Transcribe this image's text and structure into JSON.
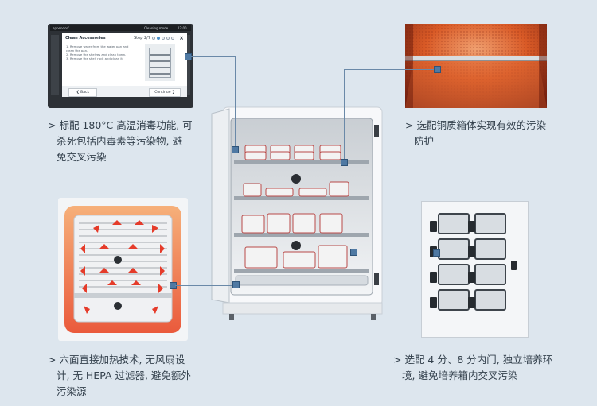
{
  "screen": {
    "brand": "eppendorf",
    "status_left": "Cleaning mode",
    "status_time": "12:00",
    "dialog_title": "Clean Accessories",
    "step_label": "Step 2/7",
    "close_glyph": "×",
    "steps": [
      "1. Remove water from the water pan and clean the pan.",
      "2. Remove the shelves and clean them.",
      "3. Remove the shelf rack and clean it."
    ],
    "back_label": "❮ Back",
    "continue_label": "Continue ❯"
  },
  "captions": {
    "top_left": [
      "> 标配 180°C 高温消毒功能, 可",
      "杀死包括内毒素等污染物, 避",
      "免交叉污染"
    ],
    "top_right": [
      "> 选配铜质箱体实现有效的污染",
      "防护"
    ],
    "bottom_left": [
      "> 六面直接加热技术, 无风扇设",
      "计, 无 HEPA 过滤器, 避免额外",
      "污染源"
    ],
    "bottom_right": [
      "> 选配 4 分、8 分内门, 独立培养环",
      "境, 避免培养箱内交叉污染"
    ]
  },
  "colors": {
    "background": "#dde6ee",
    "connector": "#6a89a8",
    "marker": "#4f79a3",
    "heat_red": "#e8412e",
    "copper": "#d9622e"
  },
  "icons": [
    "arrow-icon",
    "close-icon",
    "chevron-left-icon",
    "chevron-right-icon",
    "heat-arrow-icon"
  ]
}
